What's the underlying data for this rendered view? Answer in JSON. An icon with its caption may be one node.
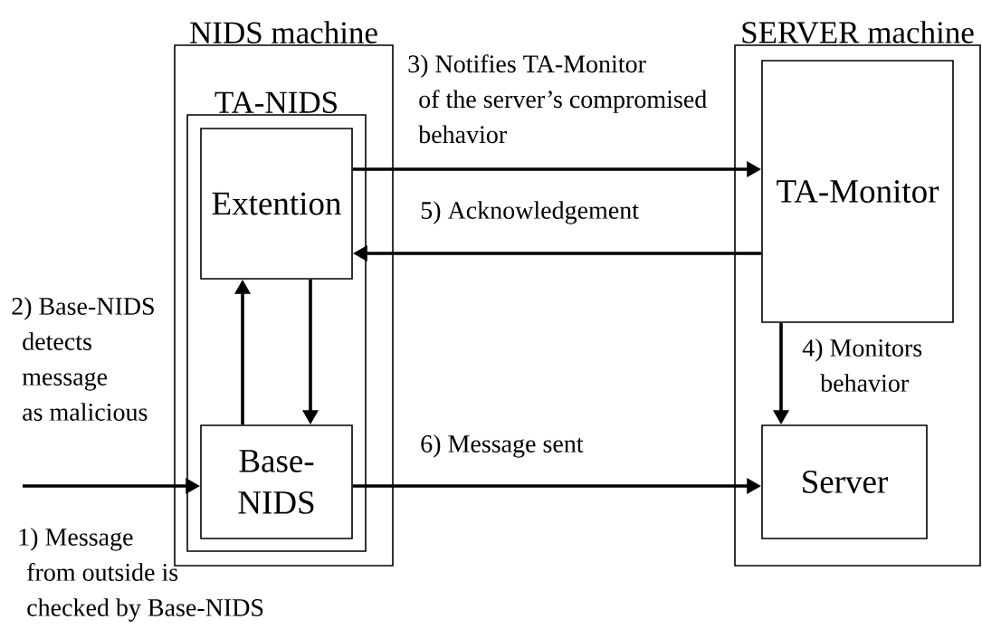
{
  "diagram": {
    "nodes": [
      {
        "text": [
          "NIDS machine"
        ]
      },
      {
        "text": [
          "TA-NIDS"
        ],
        "in": 0
      },
      {
        "text": [
          "Extention"
        ],
        "in": 1
      },
      {
        "text": [
          "Base-NIDS"
        ],
        "in": 1
      },
      {
        "text": [
          "SERVER machine"
        ]
      },
      {
        "text": [
          "TA-Monitor"
        ],
        "in": 4
      },
      {
        "text": [
          "Server"
        ],
        "in": 4
      }
    ],
    "edges": [
      {
        "from": null,
        "to": 3,
        "arrow": "to",
        "label": "1) Message from outside is checked by Base-NIDS"
      },
      {
        "from": 3,
        "to": 2,
        "arrow": "to"
      },
      {
        "from": 2,
        "to": 3,
        "arrow": "to"
      },
      {
        "from": 2,
        "to": 5,
        "arrow": "to",
        "label": "3) Notifies TA-Monitor of the server’s compromised behavior"
      },
      {
        "from": 5,
        "to": 6,
        "arrow": "to",
        "label": "4) Monitors behavior"
      },
      {
        "from": 5,
        "to": 2,
        "arrow": "to",
        "label": "5) Acknowledgement"
      },
      {
        "from": 3,
        "to": 6,
        "arrow": "to",
        "label": "6) Message sent"
      }
    ],
    "labels": [
      "2) Base-NIDS detects message as malicious"
    ]
  }
}
